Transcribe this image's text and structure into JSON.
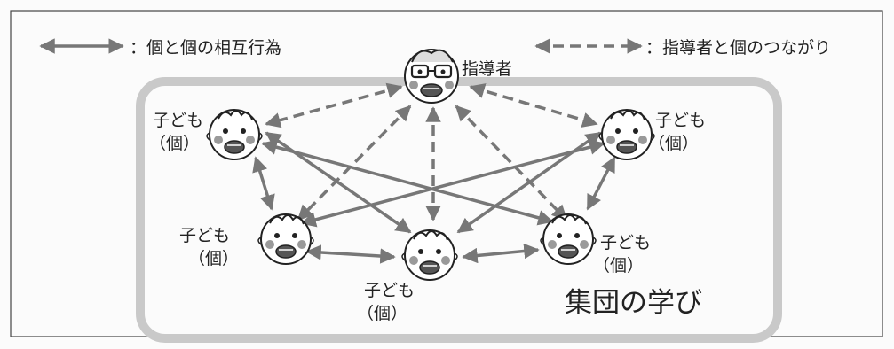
{
  "legend": {
    "solid_text": "：個と個の相互行為",
    "dashed_text": "：指導者と個のつながり"
  },
  "leader_label": "指導者",
  "children": [
    {
      "id": "left-top",
      "line1": "子ども",
      "line2": "（個）"
    },
    {
      "id": "right-top",
      "line1": "子ども",
      "line2": "（個）"
    },
    {
      "id": "left-bottom",
      "line1": "子ども",
      "line2": "（個）"
    },
    {
      "id": "center-bottom",
      "line1": "子ども",
      "line2": "（個）"
    },
    {
      "id": "right-bottom",
      "line1": "子ども",
      "line2": "（個）"
    }
  ],
  "group_title": "集団の学び",
  "colors": {
    "arrow": "#777777",
    "frame": "#c9c9c9",
    "face_fill": "#ffffff",
    "cheek": "#9a9a9a"
  }
}
